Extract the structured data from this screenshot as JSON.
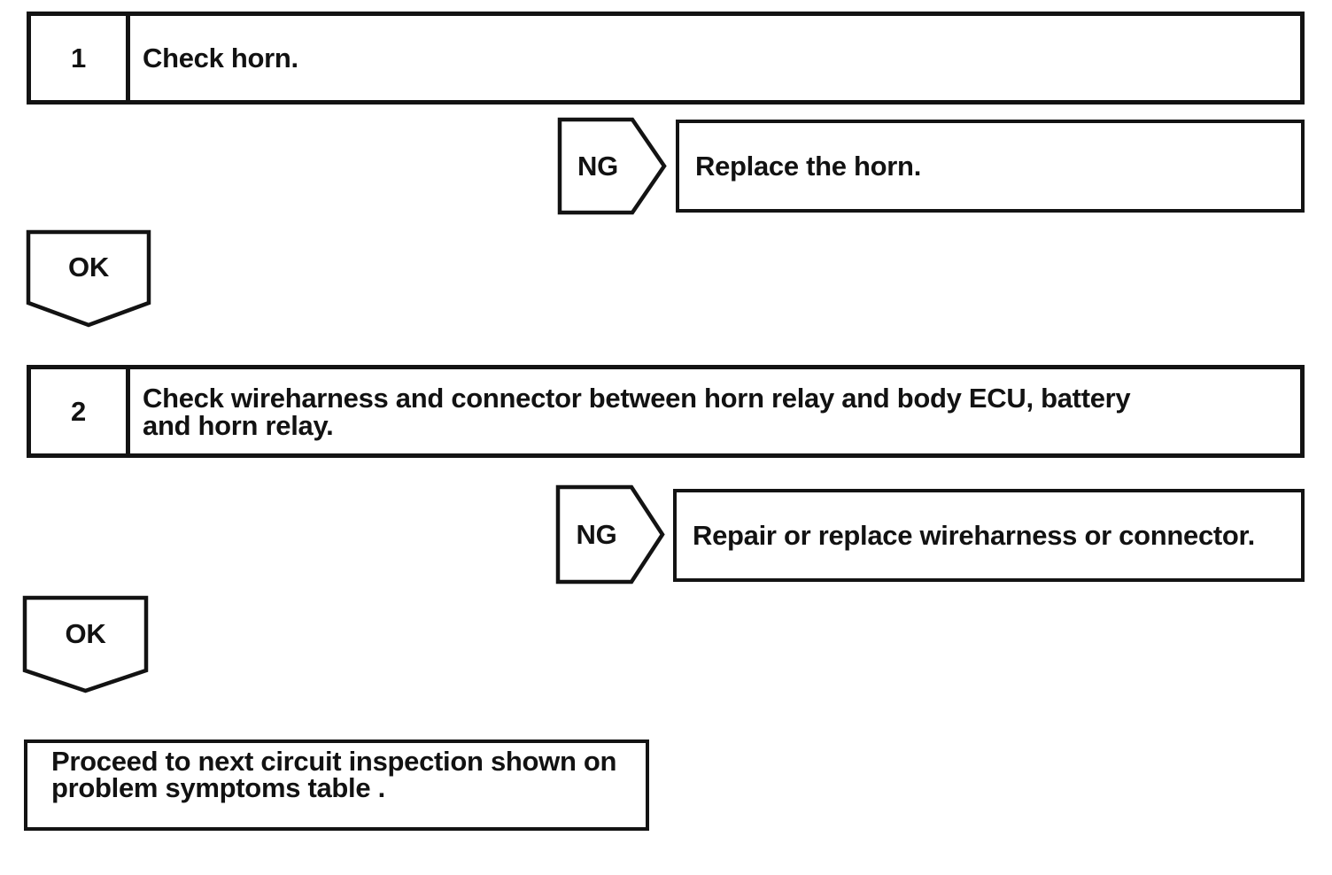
{
  "colors": {
    "ink": "#131313",
    "paper": "#ffffff"
  },
  "flowchart": {
    "steps": [
      {
        "number": "1",
        "instruction_lines": [
          "Check horn."
        ],
        "ng": {
          "label": "NG",
          "result_lines": [
            "Replace the horn."
          ]
        },
        "ok": {
          "label": "OK"
        }
      },
      {
        "number": "2",
        "instruction_lines": [
          "Check wireharness and connector between horn relay and body ECU, battery",
          "and horn relay."
        ],
        "ng": {
          "label": "NG",
          "result_lines": [
            "Repair or replace wireharness or connector."
          ]
        },
        "ok": {
          "label": "OK"
        }
      }
    ],
    "terminal": {
      "lines": [
        "Proceed to next circuit inspection shown on",
        "problem symptoms table ."
      ]
    }
  }
}
